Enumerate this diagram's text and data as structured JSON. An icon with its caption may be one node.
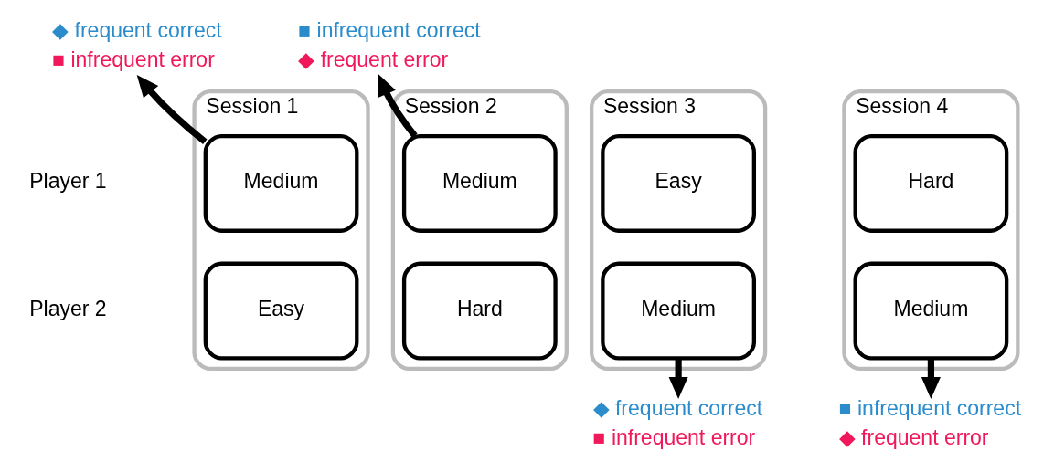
{
  "diagram": {
    "nodes": [
      {
        "text": [
          "Session 1"
        ]
      },
      {
        "text": [
          "Medium"
        ],
        "in": 0
      },
      {
        "text": [
          "Easy"
        ],
        "in": 0
      },
      {
        "text": [
          "Session 2"
        ]
      },
      {
        "text": [
          "Medium"
        ],
        "in": 3
      },
      {
        "text": [
          "Hard"
        ],
        "in": 3
      },
      {
        "text": [
          "Session 3"
        ]
      },
      {
        "text": [
          "Easy"
        ],
        "in": 6
      },
      {
        "text": [
          "Medium"
        ],
        "in": 6
      },
      {
        "text": [
          "Session 4"
        ]
      },
      {
        "text": [
          "Hard"
        ],
        "in": 9
      },
      {
        "text": [
          "Medium"
        ],
        "in": 9
      },
      {
        "text": [
          "◆ frequent correct",
          "■ infrequent error"
        ]
      },
      {
        "text": [
          "■ infrequent correct",
          "◆ frequent error"
        ]
      },
      {
        "text": [
          "◆ frequent correct",
          "■ infrequent error"
        ]
      },
      {
        "text": [
          "■ infrequent correct",
          "◆ frequent error"
        ]
      }
    ],
    "edges": [
      {
        "from": 1,
        "to": 12,
        "arrow": "to"
      },
      {
        "from": 4,
        "to": 13,
        "arrow": "to"
      },
      {
        "from": 8,
        "to": 14,
        "arrow": "to"
      },
      {
        "from": 11,
        "to": 15,
        "arrow": "to"
      }
    ],
    "labels": [
      "Player 1",
      "Player 2"
    ]
  }
}
